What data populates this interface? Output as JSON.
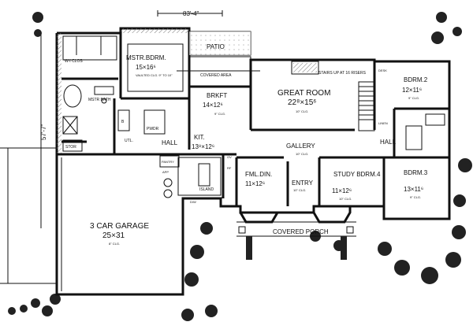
{
  "overall": {
    "width": "83'-4\"",
    "depth": "57'-7\""
  },
  "rooms": {
    "mstr_bdrm": {
      "name": "MSTR.BDRM.",
      "size": "15×16⁶",
      "note": "VAULTED CLG. 9\" TO 10\""
    },
    "wi_clos": {
      "name": "W-I CLOS"
    },
    "mstr_bath": {
      "name": "MSTR BATH"
    },
    "stor": {
      "name": "STOR"
    },
    "patio": {
      "name": "PATIO"
    },
    "covered_area": {
      "name": "COVERED AREA"
    },
    "brkft": {
      "name": "BRKFT",
      "size": "14×12⁶",
      "note": "9\" CLG."
    },
    "kit": {
      "name": "KIT.",
      "size": "13⁸×12⁶"
    },
    "great_room": {
      "name": "GREAT ROOM",
      "size": "22⁸×15⁶",
      "note": "10\" CLG."
    },
    "stairs": {
      "name": "STAIRS UP AT 16 RISERS"
    },
    "bdrm2": {
      "name": "BDRM.2",
      "size": "12×11⁶",
      "note": "9\" CLG."
    },
    "bdrm3": {
      "name": "BDRM.3",
      "size": "13×11⁶",
      "note": "9\" CLG."
    },
    "study": {
      "name": "STUDY BDRM.4",
      "size": "11×12⁶",
      "note": "10\" CLG."
    },
    "fml_din": {
      "name": "FML.DIN.",
      "size": "11×12⁶"
    },
    "gallery": {
      "name": "GALLERY",
      "note": "10\" CLG."
    },
    "entry": {
      "name": "ENTRY",
      "note": "10\" CLG."
    },
    "covered_porch": {
      "name": "COVERED PORCH"
    },
    "garage": {
      "name": "3 CAR GARAGE",
      "size": "25×31",
      "note": "8\" CLG."
    },
    "hall_left": {
      "name": "HALL"
    },
    "hall_right": {
      "name": "HALL"
    },
    "utl": {
      "name": "UTL."
    },
    "pwdr": {
      "name": "PWDR"
    },
    "pantry": {
      "name": "PANTRY"
    },
    "island": {
      "name": "ISLAND"
    },
    "linen": {
      "name": "LINEN"
    },
    "desk": {
      "name": "DESK"
    },
    "bath_left": {
      "name": "B"
    },
    "dw": {
      "name": "D/W"
    },
    "ov": {
      "name": "OV"
    },
    "rf": {
      "name": "RF"
    },
    "app": {
      "name": "APP"
    },
    "bay_left": {
      "name": "9\" CLG."
    },
    "bay_right": {
      "name": "9\" CLG."
    }
  }
}
